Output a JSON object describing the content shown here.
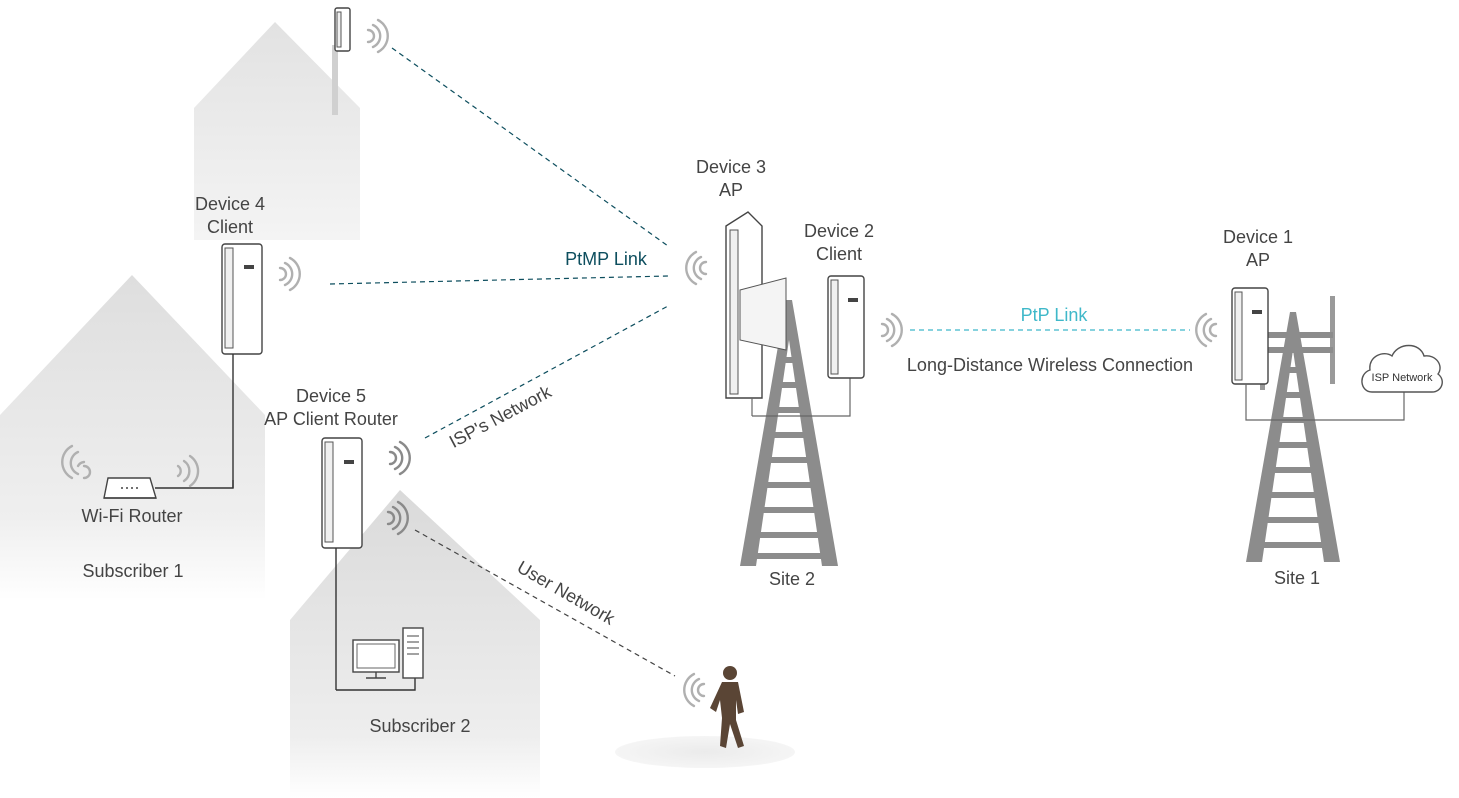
{
  "labels": {
    "device1_name": "Device 1",
    "device1_role": "AP",
    "device2_name": "Device 2",
    "device2_role": "Client",
    "device3_name": "Device 3",
    "device3_role": "AP",
    "device4_name": "Device 4",
    "device4_role": "Client",
    "device5_name": "Device 5",
    "device5_role": "AP Client Router",
    "wifi_router": "Wi-Fi Router",
    "subscriber1": "Subscriber 1",
    "subscriber2": "Subscriber 2",
    "site1": "Site 1",
    "site2": "Site 2",
    "ptmp_link": "PtMP Link",
    "ptp_link": "PtP Link",
    "long_distance": "Long-Distance Wireless Connection",
    "isp_network_link": "ISP's Network",
    "user_network_link": "User Network",
    "isp_cloud": "ISP Network"
  },
  "colors": {
    "ptmp": "#0d4e5e",
    "ptp": "#3fb8c9",
    "house": "#e8e8e8",
    "tower": "#8c8c8c",
    "person": "#5a4535"
  },
  "icons": [
    "wifi-signal-icon",
    "router-icon",
    "computer-icon",
    "cloud-icon",
    "tower-icon",
    "person-icon",
    "cpe-device-icon"
  ]
}
